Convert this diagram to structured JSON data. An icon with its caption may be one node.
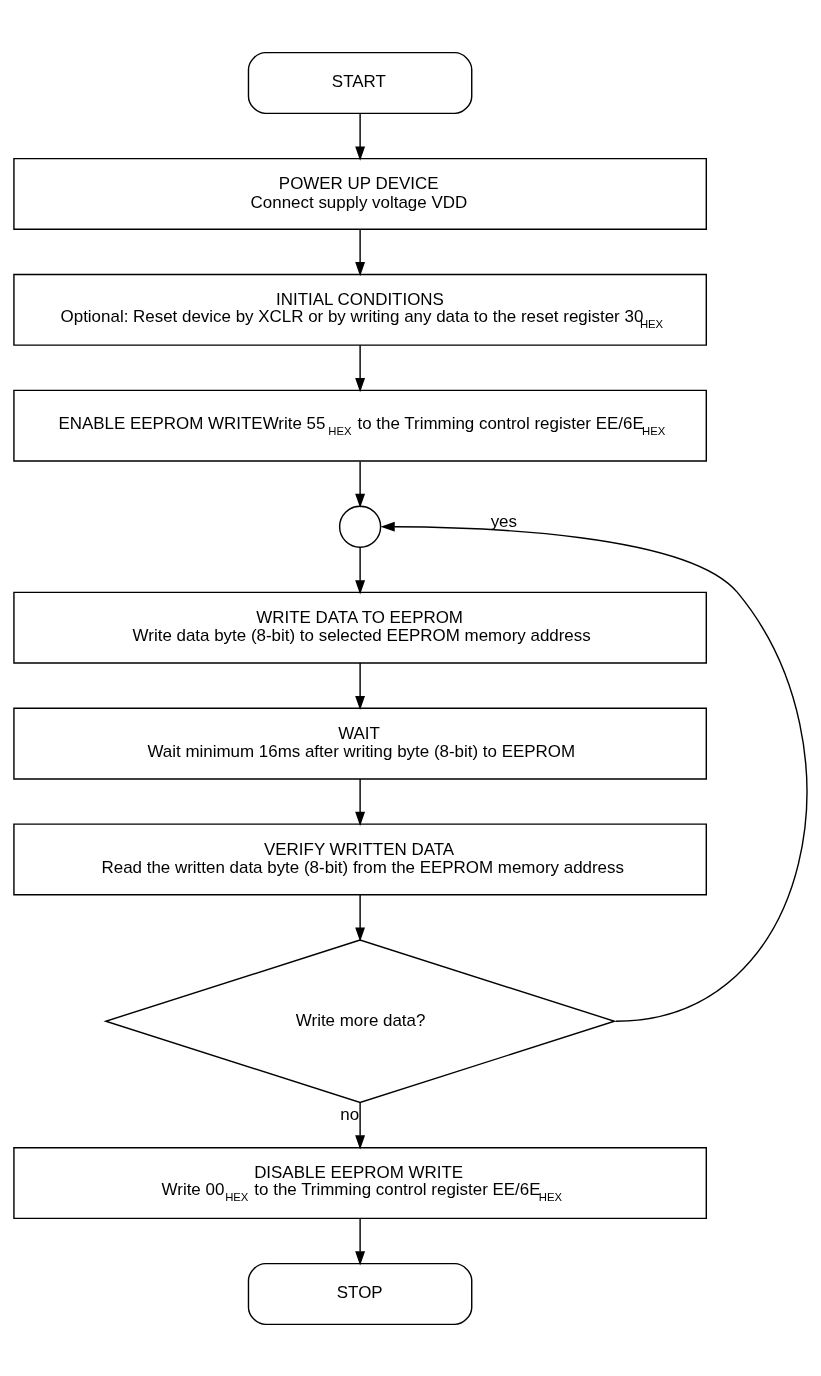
{
  "diagram": {
    "nodes": [
      {
        "text": [
          "START"
        ]
      },
      {
        "text": [
          "POWER UP DEVICE",
          "Connect supply voltage VDD"
        ]
      },
      {
        "text": [
          "INITIAL CONDITIONS",
          "Optional: Reset device by XCLR or by writing any data to the reset register 30$_{HEX}$"
        ]
      },
      {
        "text": [
          "ENABLE EEPROM WRITEWrite 55$_{HEX}$ to the Trimming control register EE/6E$_{HEX}$"
        ]
      },
      {
        "text": [],
        "shape": "circle"
      },
      {
        "text": [
          "WRITE DATA TO EEPROM",
          "Write data byte (8-bit) to selected EEPROM memory address"
        ]
      },
      {
        "text": [
          "WAIT",
          "Wait minimum 16ms after writing byte (8-bit) to EEPROM"
        ]
      },
      {
        "text": [
          "VERIFY WRITTEN DATA",
          "Read the written data byte (8-bit) from the EEPROM memory address"
        ]
      },
      {
        "text": [
          "Write more data?"
        ]
      },
      {
        "text": [
          "DISABLE EEPROM WRITE",
          "Write 00$_{HEX}$ to the Trimming control register EE/6E$_{HEX}$"
        ]
      },
      {
        "text": [
          "STOP"
        ]
      }
    ],
    "edges": [
      {
        "from": 0,
        "to": 1,
        "arrow": "to"
      },
      {
        "from": 1,
        "to": 2,
        "arrow": "to"
      },
      {
        "from": 2,
        "to": 3,
        "arrow": "to"
      },
      {
        "from": 3,
        "to": 4,
        "arrow": "to"
      },
      {
        "from": 4,
        "to": 5,
        "arrow": "to"
      },
      {
        "from": 5,
        "to": 6,
        "arrow": "to"
      },
      {
        "from": 6,
        "to": 7,
        "arrow": "to"
      },
      {
        "from": 7,
        "to": 8,
        "arrow": "to"
      },
      {
        "from": 8,
        "to": 4,
        "label": "yes",
        "arrow": "to"
      },
      {
        "from": 8,
        "to": 9,
        "label": "no",
        "arrow": "to"
      },
      {
        "from": 9,
        "to": 10,
        "arrow": "to"
      }
    ]
  }
}
